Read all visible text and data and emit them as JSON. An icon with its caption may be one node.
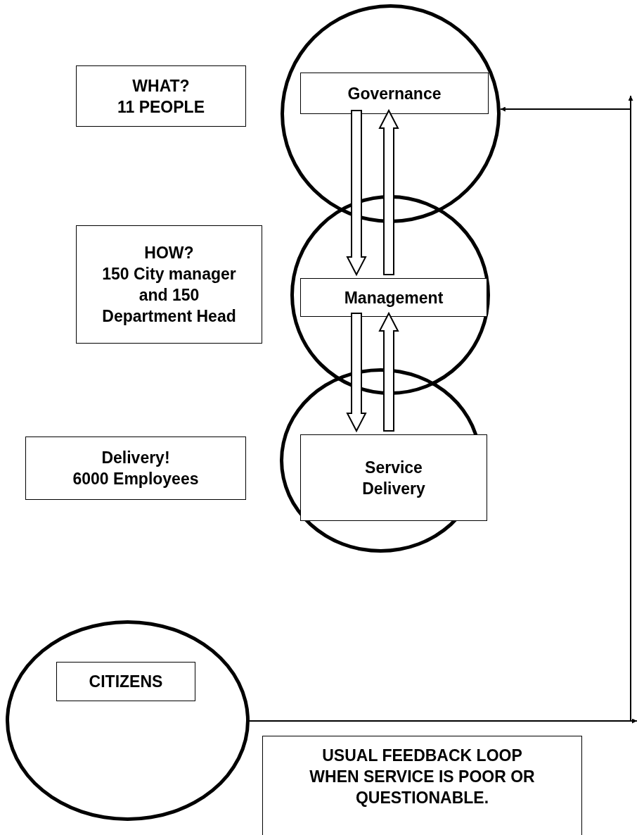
{
  "diagram": {
    "nodes": [
      {
        "text": [],
        "shape": "circle"
      },
      {
        "text": [
          "Governance"
        ],
        "in": 0
      },
      {
        "text": [],
        "shape": "circle"
      },
      {
        "text": [
          "Management"
        ],
        "in": 2
      },
      {
        "text": [],
        "shape": "circle"
      },
      {
        "text": [
          "Service Delivery"
        ],
        "in": 4
      },
      {
        "text": [
          "WHAT?",
          "11 PEOPLE"
        ]
      },
      {
        "text": [
          "HOW?",
          "150 City manager and 150 Department Head"
        ]
      },
      {
        "text": [
          "Delivery!",
          "6000 Employees"
        ]
      },
      {
        "text": [],
        "shape": "circle"
      },
      {
        "text": [
          "CITIZENS"
        ],
        "in": 9
      },
      {
        "text": [
          "USUAL FEEDBACK LOOP WHEN SERVICE IS POOR OR QUESTIONABLE."
        ]
      }
    ],
    "edges": [
      {
        "from": 1,
        "to": 3,
        "arrow": "to",
        "style": "thick"
      },
      {
        "from": 3,
        "to": 1,
        "arrow": "to",
        "style": "thick"
      },
      {
        "from": 3,
        "to": 5,
        "arrow": "to",
        "style": "thick"
      },
      {
        "from": 5,
        "to": 3,
        "arrow": "to",
        "style": "thick"
      },
      {
        "from": 9,
        "to": 0,
        "arrow": "to"
      }
    ]
  }
}
